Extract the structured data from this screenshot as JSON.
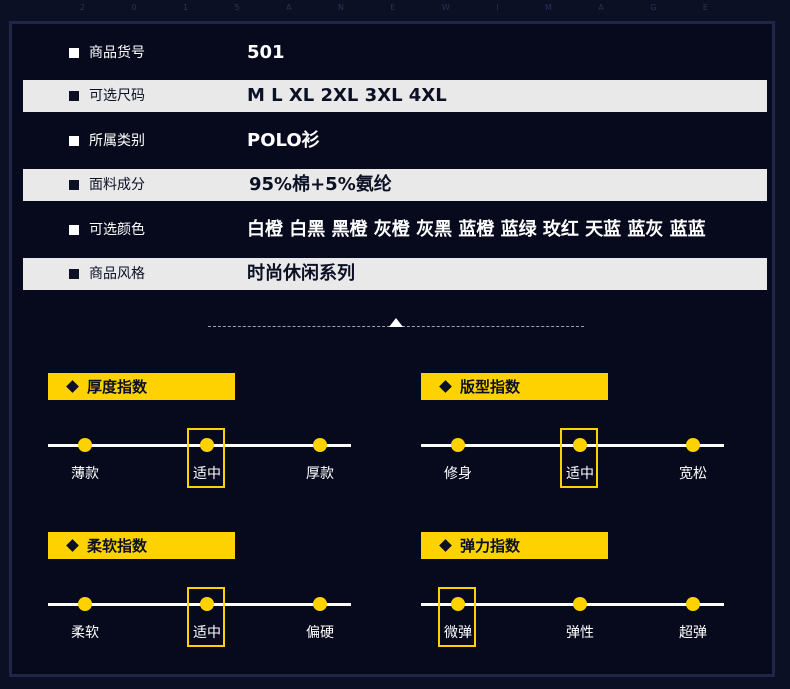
{
  "top_banner": [
    "2",
    "0",
    "1",
    "5",
    "A",
    "N",
    "E",
    "W",
    "I",
    "M",
    "A",
    "G",
    "E"
  ],
  "specs": [
    {
      "label": "商品货号",
      "value": "501"
    },
    {
      "label": "可选尺码",
      "value": "M L XL 2XL 3XL 4XL"
    },
    {
      "label": "所属类别",
      "value": "POLO衫"
    },
    {
      "label": "面料成分",
      "value": "95%棉+5%氨纶"
    },
    {
      "label": "可选颜色",
      "value": "白橙 白黑 黑橙 灰橙 灰黑 蓝橙 蓝绿 玫红 天蓝 蓝灰 蓝蓝"
    },
    {
      "label": "商品风格",
      "value": "时尚休闲系列"
    }
  ],
  "indices": [
    {
      "title": "厚度指数",
      "options": [
        "薄款",
        "适中",
        "厚款"
      ],
      "selected": 1
    },
    {
      "title": "版型指数",
      "options": [
        "修身",
        "适中",
        "宽松"
      ],
      "selected": 1
    },
    {
      "title": "柔软指数",
      "options": [
        "柔软",
        "适中",
        "偏硬"
      ],
      "selected": 1
    },
    {
      "title": "弹力指数",
      "options": [
        "微弹",
        "弹性",
        "超弹"
      ],
      "selected": 0
    }
  ],
  "colors": {
    "accent": "#fdd200",
    "background": "#0b1025",
    "row_alt": "#e9e9e9"
  }
}
